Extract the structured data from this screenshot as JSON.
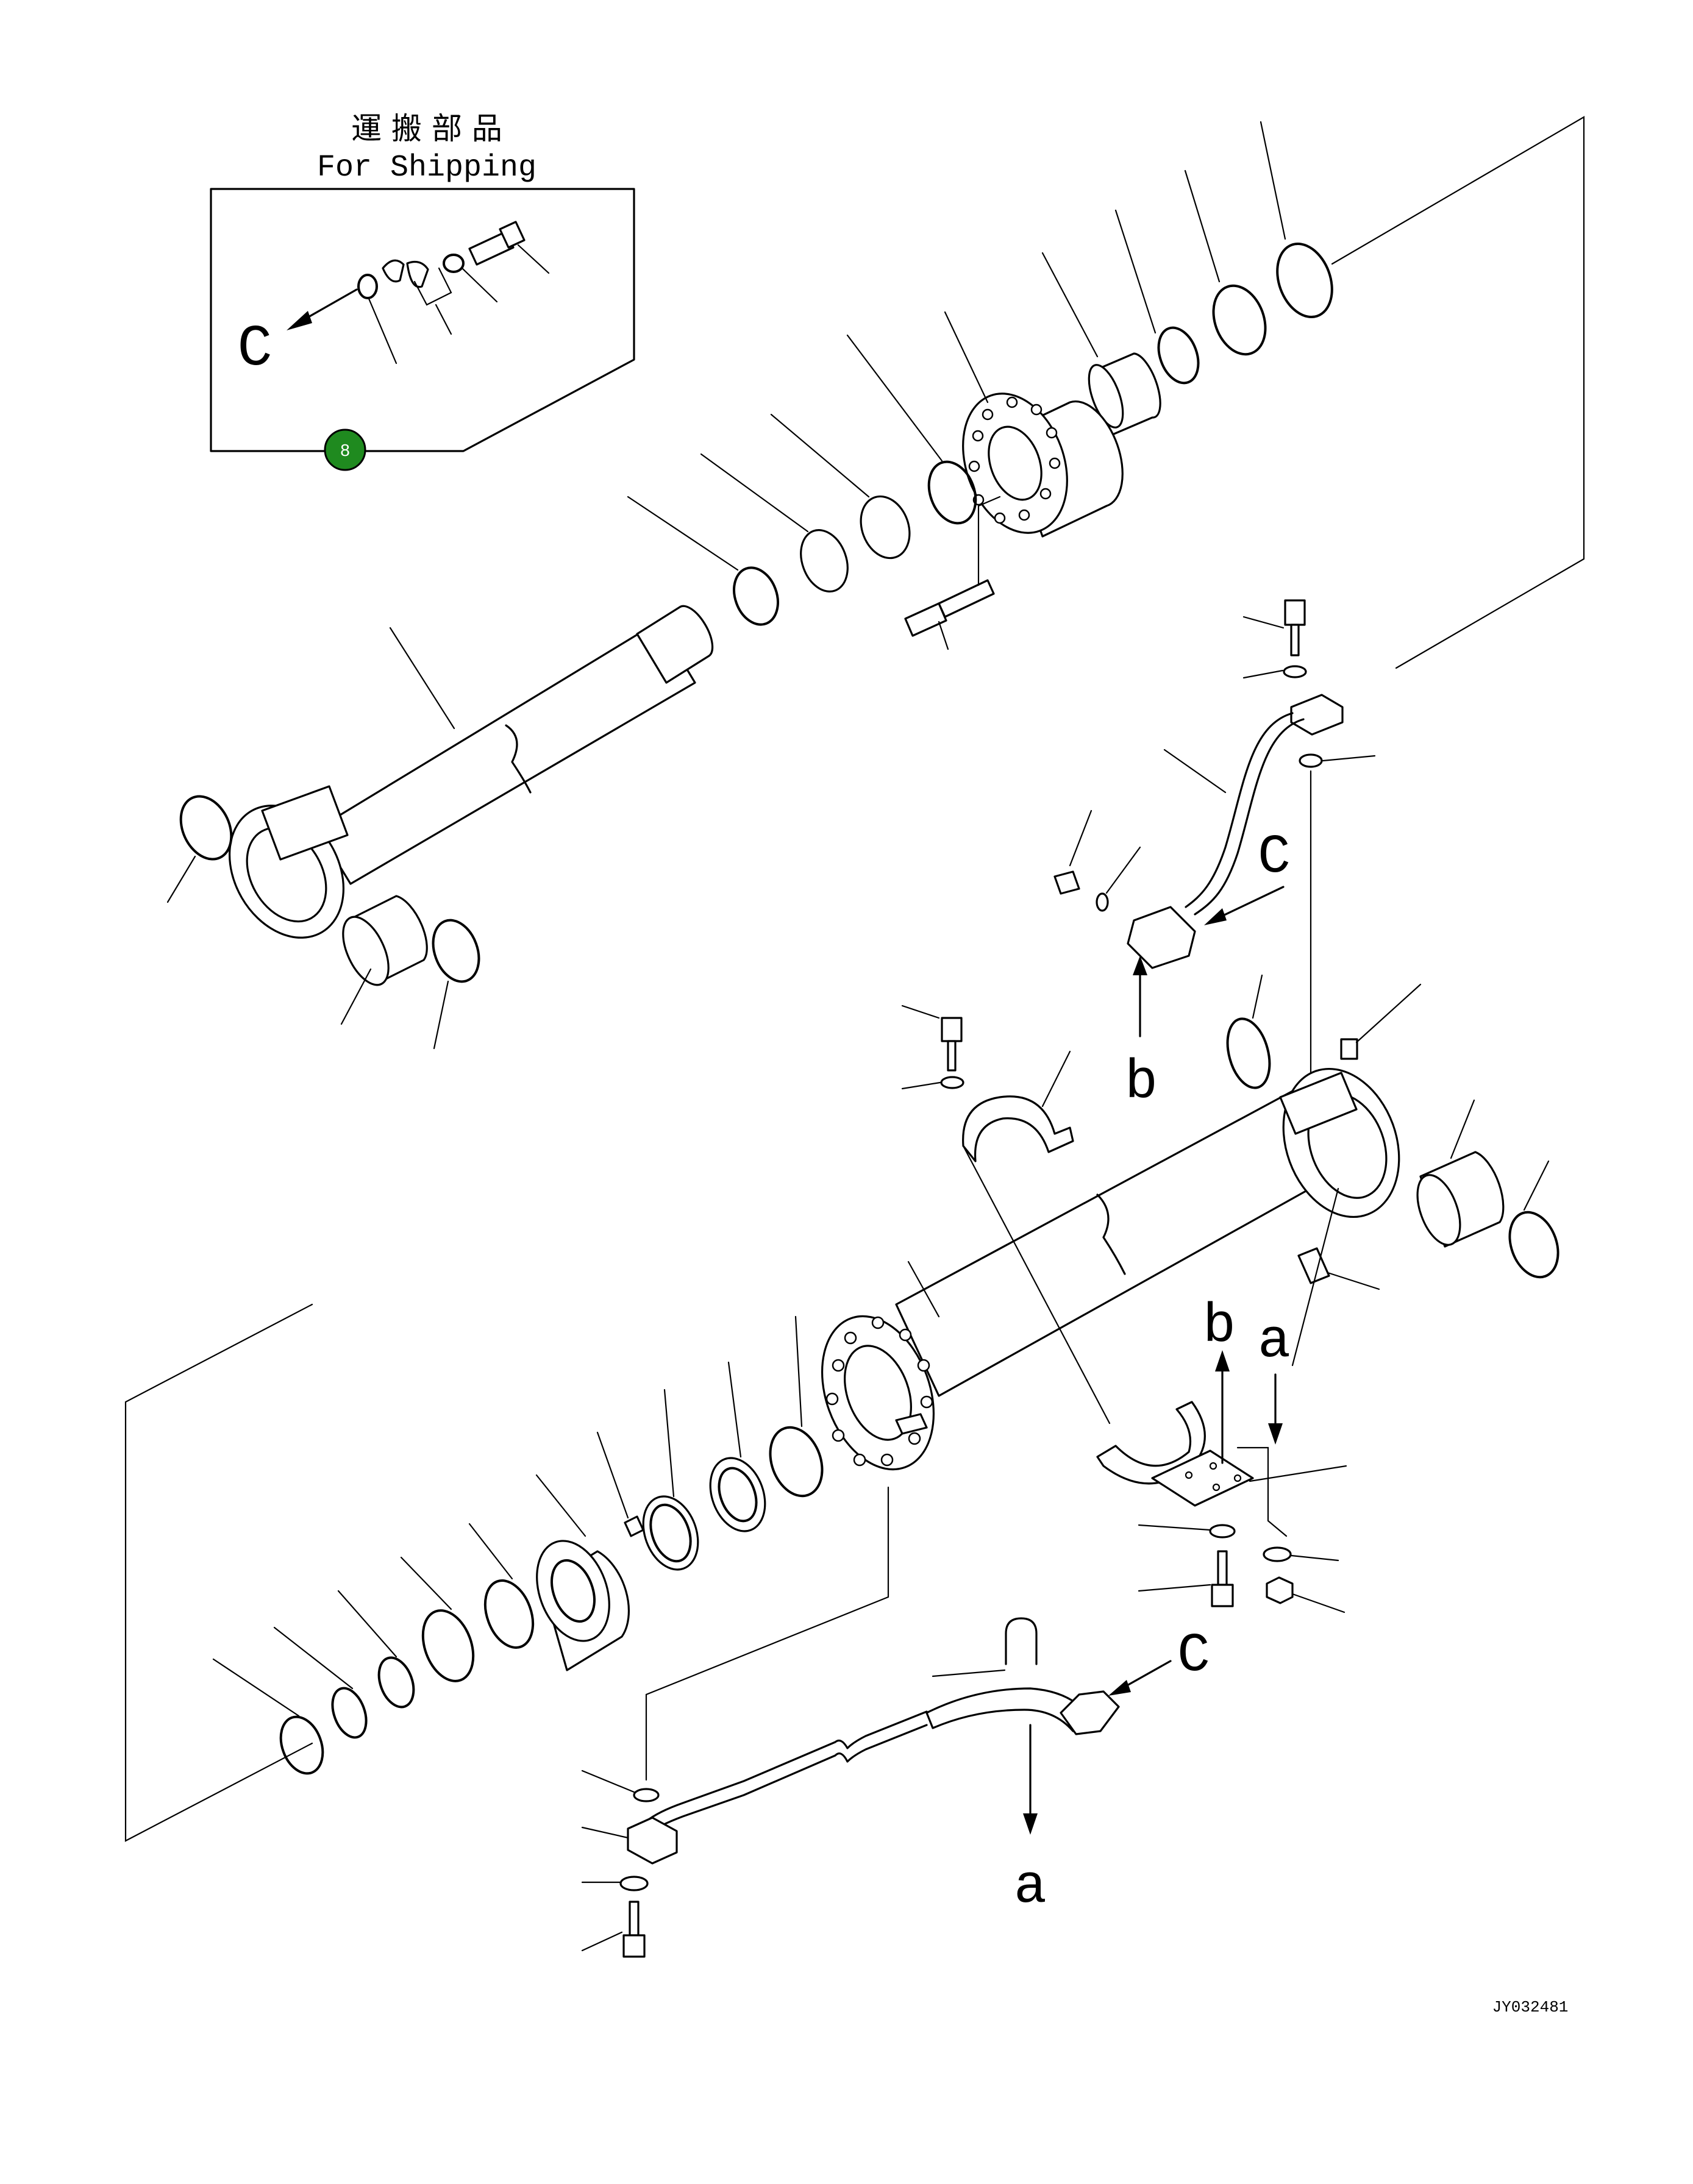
{
  "shipping_box": {
    "title_jp": "運 搬 部 品",
    "title_en": "For Shipping",
    "arrow_label": "C"
  },
  "callout": {
    "number": "8",
    "color": "#1f8a1f"
  },
  "labels": {
    "c_upper": "C",
    "c_lower": "C",
    "b_upper": "b",
    "b_lower": "b",
    "a_upper": "a",
    "a_lower": "a"
  },
  "drawing_id": "JY032481"
}
